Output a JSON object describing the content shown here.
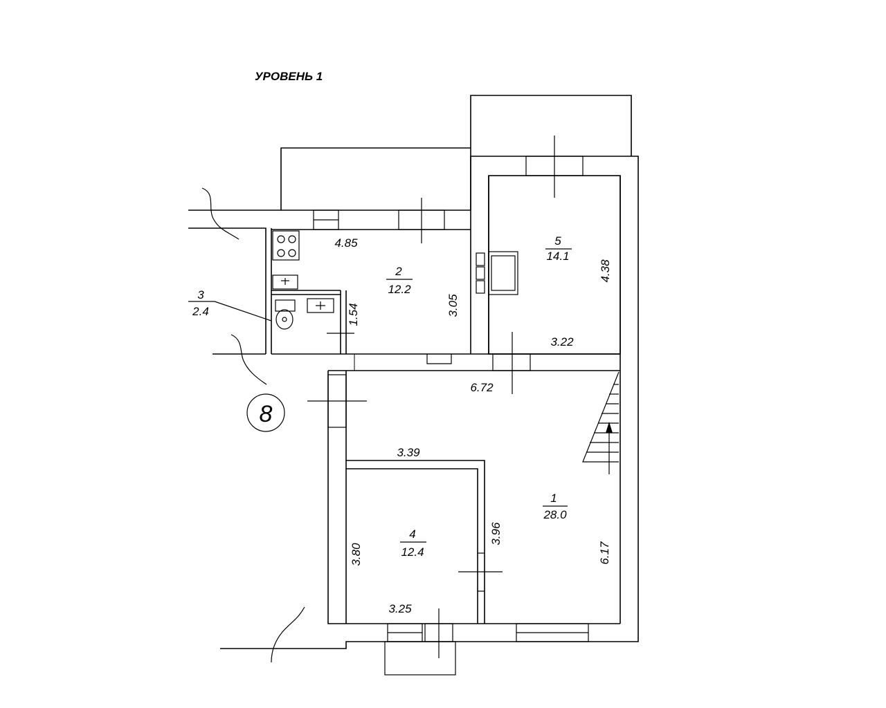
{
  "title": "УРОВЕНЬ 1",
  "building_number": "8",
  "rooms": [
    {
      "id": "1",
      "area": "28.0"
    },
    {
      "id": "2",
      "area": "12.2"
    },
    {
      "id": "3",
      "area": "2.4"
    },
    {
      "id": "4",
      "area": "12.4"
    },
    {
      "id": "5",
      "area": "14.1"
    }
  ],
  "dimensions": {
    "d_4_85": "4.85",
    "d_3_05": "3.05",
    "d_1_54": "1.54",
    "d_4_38": "4.38",
    "d_3_22": "3.22",
    "d_6_72": "6.72",
    "d_3_39": "3.39",
    "d_3_96": "3.96",
    "d_6_17": "6.17",
    "d_3_80": "3.80",
    "d_3_25": "3.25"
  }
}
